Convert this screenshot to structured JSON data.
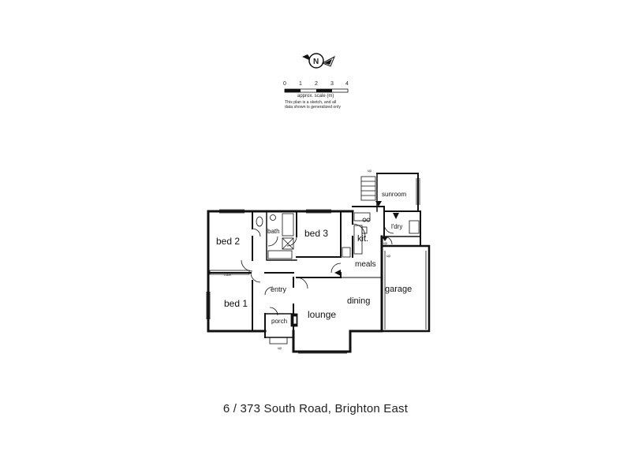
{
  "compass": {
    "letter": "N",
    "icon": "north-arrow-icon"
  },
  "scale": {
    "ticks": [
      "0",
      "1",
      "2",
      "3",
      "4"
    ],
    "title": "approx. scale (m)",
    "note_line1": "This plan is a sketch, and all",
    "note_line2": "data shown is generalized only"
  },
  "rooms": {
    "bed2": "bed 2",
    "bath": "bath",
    "bed3": "bed 3",
    "kit": "kit.",
    "meals": "meals",
    "bed1": "bed 1",
    "entry": "entry",
    "porch": "porch",
    "lounge": "lounge",
    "dining": "dining",
    "garage": "garage",
    "sunroom": "sunroom",
    "ldry": "l'dry"
  },
  "small_labels": {
    "robe": "robe",
    "up": "up"
  },
  "address": "6 / 373 South Road, Brighton East"
}
